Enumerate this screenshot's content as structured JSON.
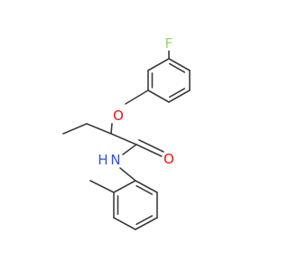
{
  "molecule": {
    "atom_labels": {
      "fluorine": "F",
      "oxygen_ether": "O",
      "oxygen_carbonyl": "O",
      "nitrogen": "N",
      "amide_hydrogen": "H"
    },
    "colors": {
      "bond": "#3c3c3c",
      "carbon": "#3c3c3c",
      "fluorine": "#90e050",
      "oxygen": "#ff0d0d",
      "nitrogen": "#3050f8"
    }
  }
}
